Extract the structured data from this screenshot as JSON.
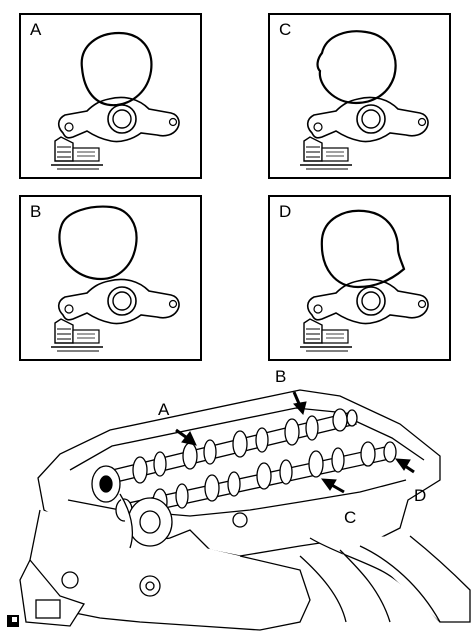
{
  "panels": [
    {
      "id": "A",
      "label": "A"
    },
    {
      "id": "C",
      "label": "C"
    },
    {
      "id": "B",
      "label": "B"
    },
    {
      "id": "D",
      "label": "D"
    }
  ],
  "callouts": {
    "a": "A",
    "b": "B",
    "c": "C",
    "d": "D"
  },
  "corner_icon": "reference-mark-icon"
}
